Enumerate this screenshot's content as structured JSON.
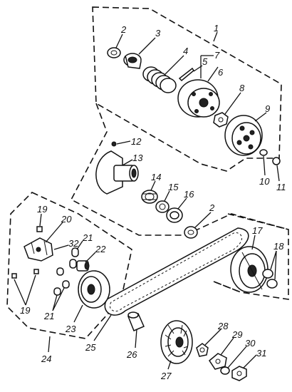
{
  "labels": {
    "n1": "1",
    "n2": "2",
    "n3": "3",
    "n4": "4",
    "n5": "5",
    "n6": "6",
    "n7": "7",
    "n8": "8",
    "n9": "9",
    "n10": "10",
    "n11": "11",
    "n12": "12",
    "n13": "13",
    "n14": "14",
    "n15": "15",
    "n16": "16",
    "n2b": "2",
    "n17": "17",
    "n18": "18",
    "n19a": "19",
    "n19b": "19",
    "n20": "20",
    "n21a": "21",
    "n21b": "21",
    "n22": "22",
    "n32": "32",
    "n23": "23",
    "n24": "24",
    "n25": "25",
    "n26": "26",
    "n27": "27",
    "n28": "28",
    "n29": "29",
    "n30": "30",
    "n31": "31"
  },
  "colors": {
    "ink": "#111111",
    "paper": "#ffffff"
  }
}
